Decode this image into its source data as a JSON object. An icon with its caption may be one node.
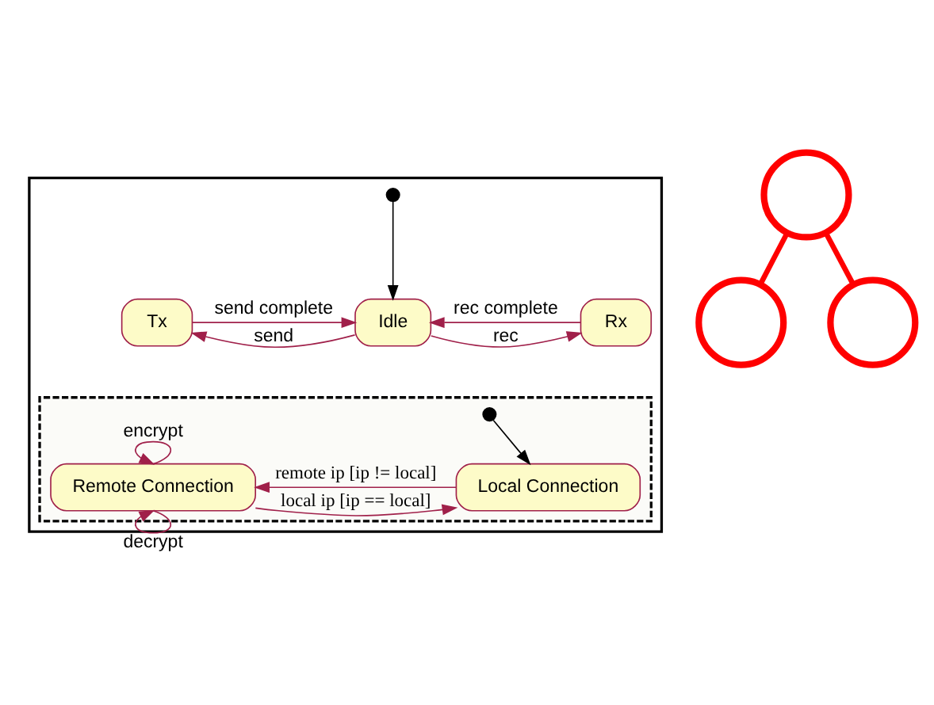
{
  "diagram": {
    "nodes": [
      {
        "text": [],
        "shape": "box"
      },
      {
        "text": [],
        "shape": "circle",
        "in": 0
      },
      {
        "text": [
          "Rx"
        ],
        "in": 0
      },
      {
        "text": [
          "Idle"
        ],
        "in": 0
      },
      {
        "text": [
          "Tx"
        ],
        "in": 0
      },
      {
        "text": [],
        "shape": "box",
        "in": 0
      },
      {
        "text": [],
        "shape": "circle",
        "in": 5
      },
      {
        "text": [
          "Local Connection"
        ],
        "in": 5
      },
      {
        "text": [
          "Remote Connection"
        ],
        "in": 5
      },
      {
        "text": [],
        "shape": "circle"
      },
      {
        "text": [],
        "shape": "circle"
      },
      {
        "text": [],
        "shape": "circle"
      }
    ],
    "edges": [
      {
        "from": 1,
        "to": 3,
        "arrow": "to",
        "color": "#000000"
      },
      {
        "from": 3,
        "to": 2,
        "arrow": "to",
        "label": "rec"
      },
      {
        "from": 2,
        "to": 3,
        "arrow": "to",
        "label": "rec complete"
      },
      {
        "from": 3,
        "to": 4,
        "arrow": "to",
        "label": "send"
      },
      {
        "from": 4,
        "to": 3,
        "arrow": "to",
        "label": "send complete"
      },
      {
        "from": 6,
        "to": 7,
        "arrow": "to",
        "color": "#000000"
      },
      {
        "from": 7,
        "to": 8,
        "arrow": "to",
        "label": "remote ip [ip != local]"
      },
      {
        "from": 8,
        "to": 7,
        "arrow": "to",
        "label": "local ip [ip == local]"
      },
      {
        "from": 8,
        "to": 8,
        "arrow": "to",
        "label": "encrypt"
      },
      {
        "from": 8,
        "to": 8,
        "arrow": "to",
        "label": "decrypt"
      },
      {
        "from": 9,
        "to": 10,
        "arrow": "none",
        "style": "thick",
        "color": "#ff0000"
      },
      {
        "from": 9,
        "to": 11,
        "arrow": "none",
        "style": "thick",
        "color": "#ff0000"
      }
    ]
  }
}
